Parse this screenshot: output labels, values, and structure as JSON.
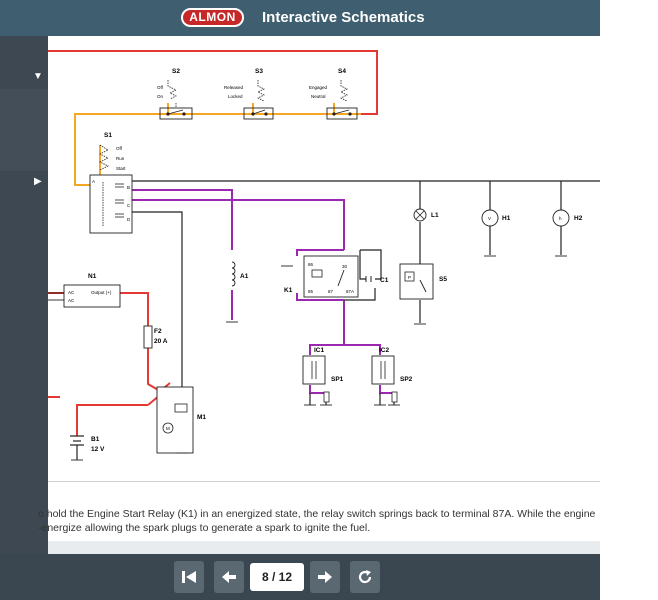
{
  "header": {
    "logo_text": "ALMON",
    "title": "Interactive Schematics"
  },
  "sidebar": {
    "icons": [
      "caret-down-icon",
      "caret-right-icon"
    ]
  },
  "schematic": {
    "labels": {
      "s2": "S2",
      "s3": "S3",
      "s4": "S4",
      "s1": "S1",
      "n1": "N1",
      "f2": "F2",
      "f2_rating": "20 A",
      "m1": "M1",
      "b1": "B1",
      "b1_rating": "12 V",
      "a1": "A1",
      "k1": "K1",
      "c1": "C1",
      "l1": "L1",
      "h1": "H1",
      "h2": "H2",
      "s5": "S5",
      "ic1": "IC1",
      "ic2": "IC2",
      "sp1": "SP1",
      "sp2": "SP2"
    },
    "small_labels": {
      "off": "Off",
      "on": "On",
      "released": "Released",
      "locked": "Locked",
      "engaged": "Engaged",
      "neutral": "Neutral",
      "s1_off": "Off",
      "s1_run": "Run",
      "s1_start": "Start",
      "ac1": "AC",
      "ac2": "AC",
      "output": "Output (+)",
      "t86": "86",
      "t85": "85",
      "t30": "30",
      "t87": "87",
      "t87a": "87A",
      "a": "A",
      "b": "B",
      "c": "C",
      "d": "D",
      "m": "M",
      "h": "h",
      "v": "V",
      "p": "P"
    },
    "wire_colors": {
      "red": "#e53935",
      "orange": "#f5a623",
      "purple": "#9c27b0",
      "black": "#222222"
    }
  },
  "caption": {
    "text": "o hold the Engine Start Relay (K1) in an energized state, the relay switch springs back to terminal 87A. While the engine",
    "text2": "-energize allowing the spark plugs to generate a spark to ignite the fuel."
  },
  "controls": {
    "first_icon": "skip-to-start-icon",
    "prev_icon": "arrow-left-icon",
    "page": "8 / 12",
    "next_icon": "arrow-right-icon",
    "replay_icon": "replay-icon"
  }
}
